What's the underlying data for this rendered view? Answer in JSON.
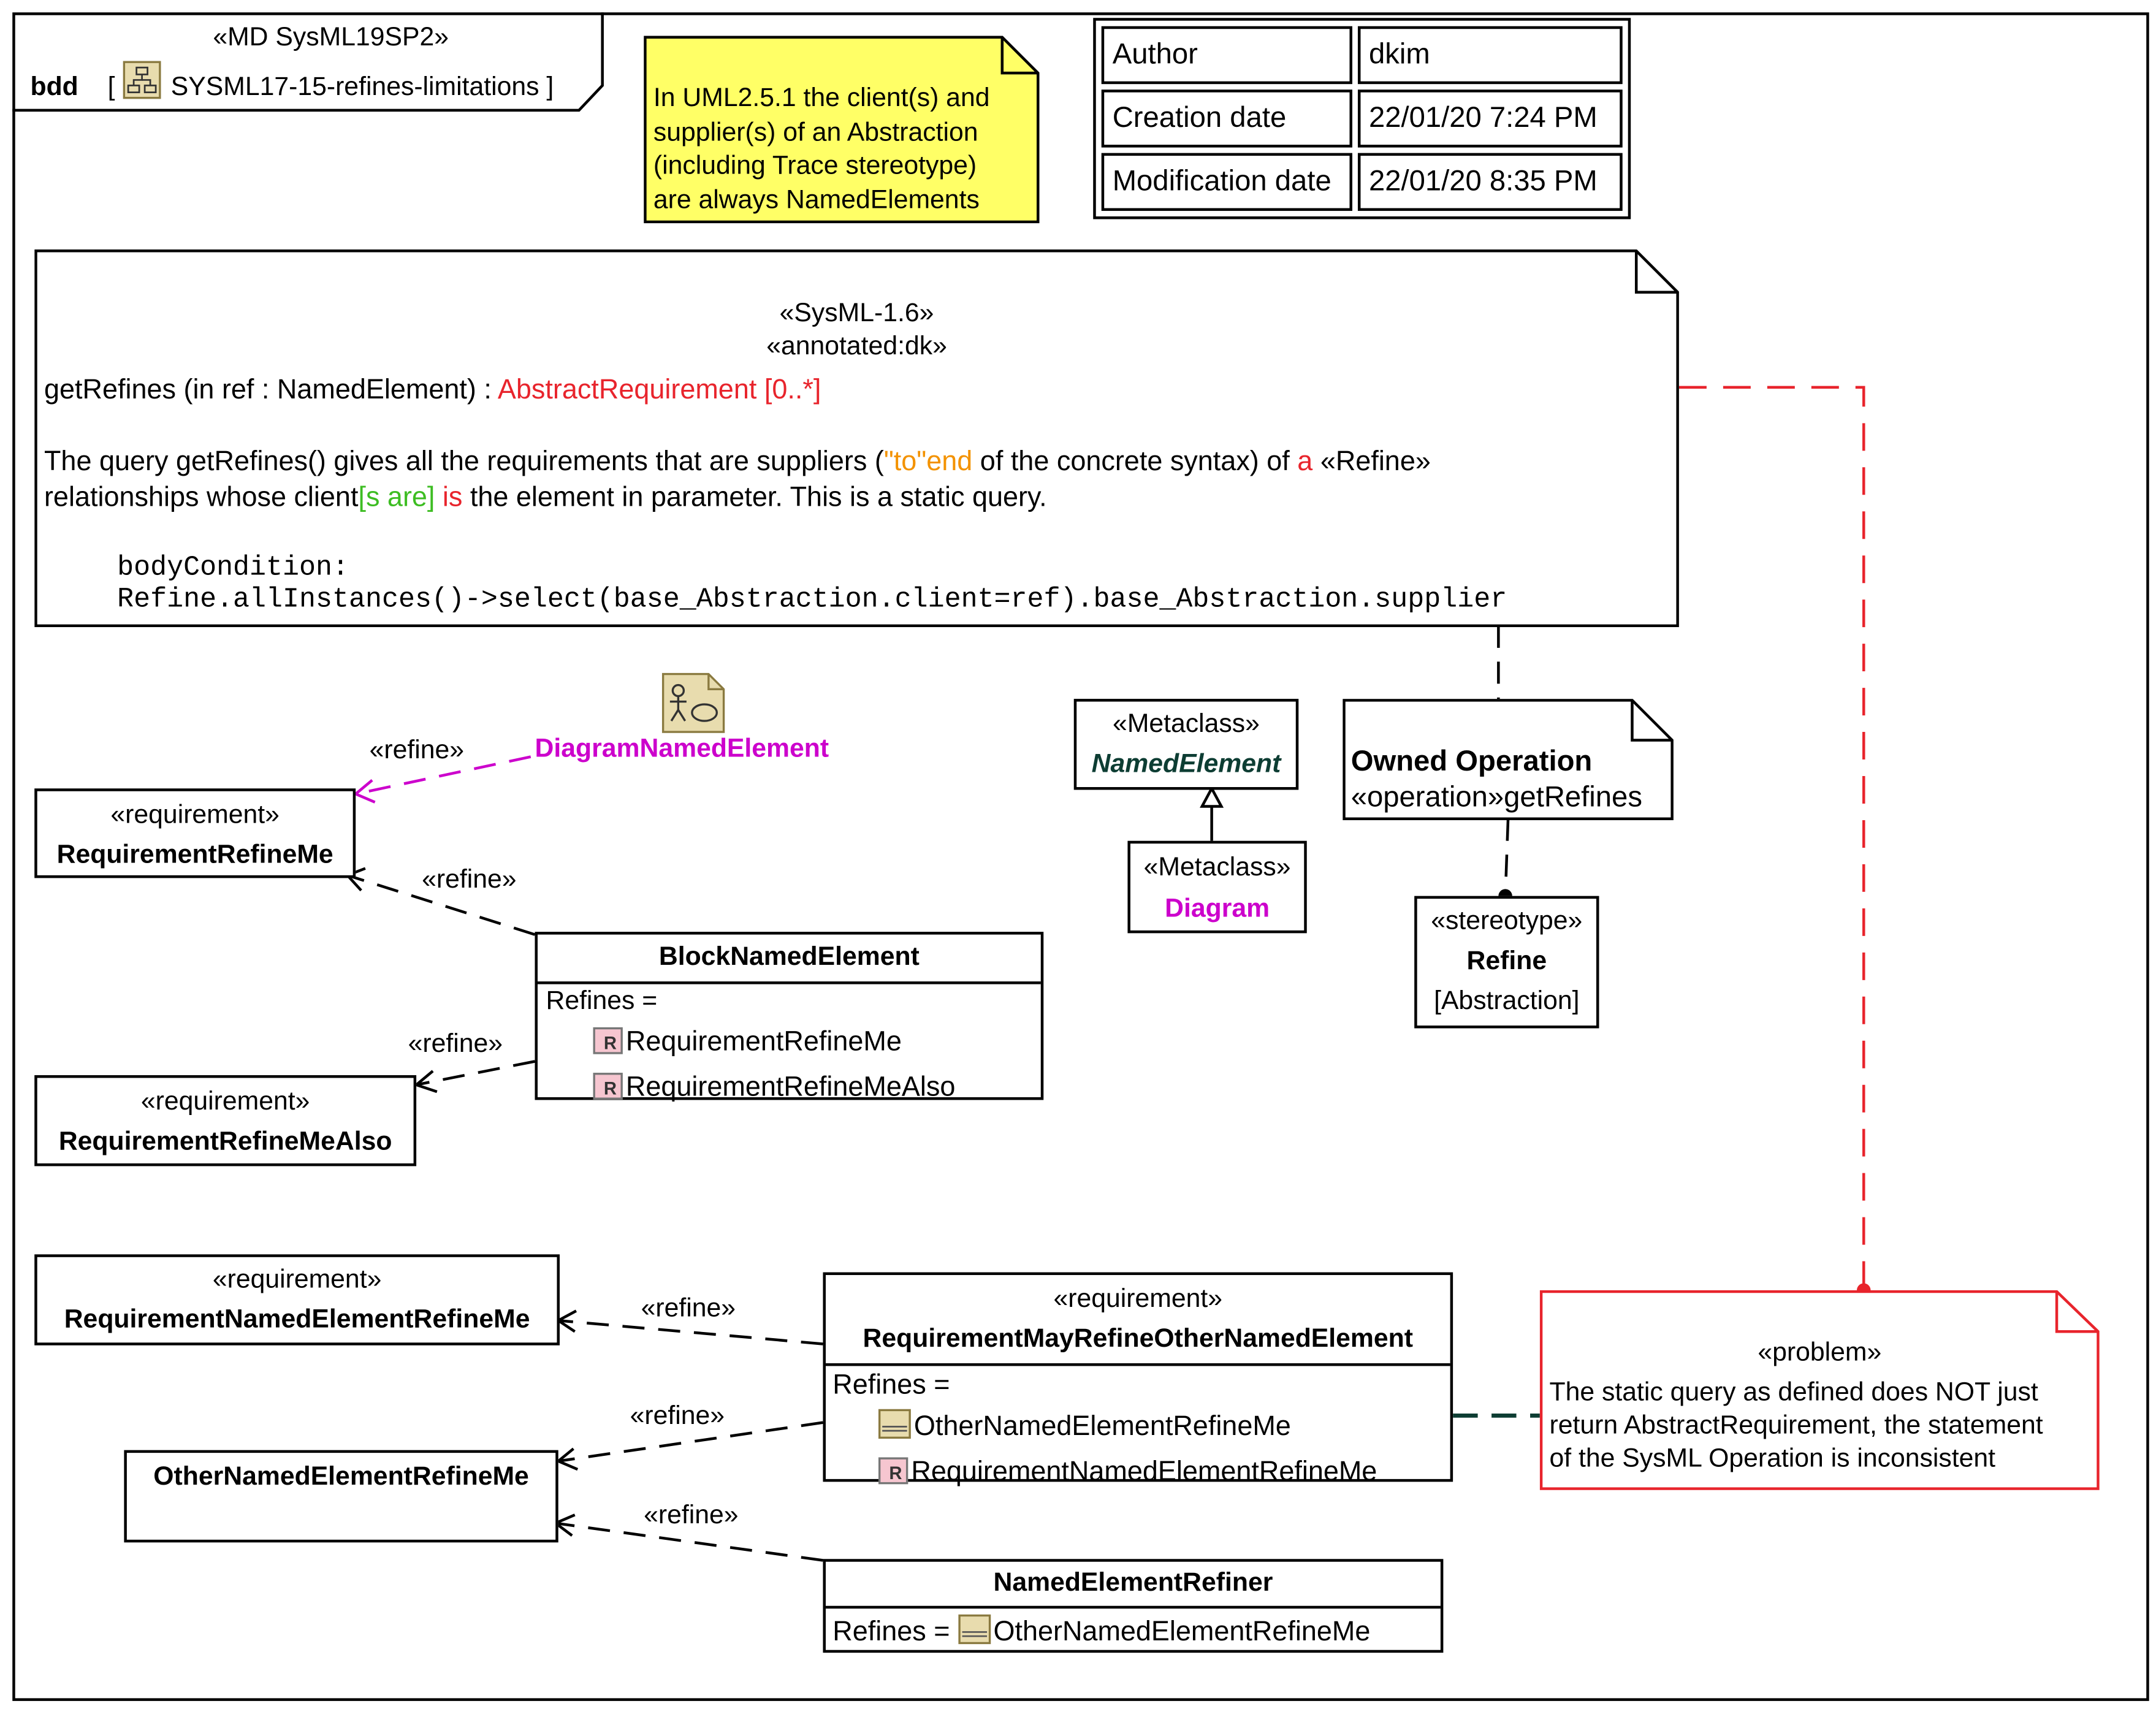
{
  "frame": {
    "kind": "bdd",
    "profile_stereotype": "«MD SysML19SP2»",
    "name": "SYSML17-15-refines-limitations"
  },
  "info_note": {
    "lines": [
      "In UML2.5.1 the client(s) and",
      "supplier(s) of an Abstraction",
      "(including Trace stereotype)",
      "are always NamedElements"
    ],
    "color": "#ffff66"
  },
  "meta_table": {
    "rows": [
      {
        "key": "Author",
        "value": "dkim"
      },
      {
        "key": "Creation date",
        "value": "22/01/20 7:24 PM"
      },
      {
        "key": "Modification date",
        "value": "22/01/20 8:35 PM"
      }
    ]
  },
  "big_note": {
    "stereotype1": "«SysML-1.6»",
    "stereotype2": "«annotated:dk»",
    "signature_prefix": "getRefines (in ref : NamedElement) : ",
    "signature_return": "AbstractRequirement [0..*]",
    "desc_a": "The query getRefines() gives all the requirements that are suppliers (",
    "desc_to": "\"to\"end",
    "desc_b": " of the concrete syntax) of ",
    "desc_a2": "a",
    "desc_c": " «Refine»",
    "desc_d": "relationships whose client",
    "desc_sare": "[s are]",
    "desc_is": " is",
    "desc_e": " the element in parameter. This is a static query.",
    "body_label": "bodyCondition:",
    "body_expr": "Refine.allInstances()->select(base_Abstraction.client=ref).base_Abstraction.supplier"
  },
  "elements": {
    "diagram_named_element": {
      "name": "DiagramNamedElement"
    },
    "req_refine_me": {
      "stereotype": "«requirement»",
      "name": "RequirementRefineMe"
    },
    "req_refine_me_also": {
      "stereotype": "«requirement»",
      "name": "RequirementRefineMeAlso"
    },
    "block_named_element": {
      "name": "BlockNamedElement",
      "refines_label": "Refines =",
      "refines": [
        "RequirementRefineMe",
        "RequirementRefineMeAlso"
      ]
    },
    "metaclass_named_element": {
      "stereotype": "«Metaclass»",
      "name": "NamedElement"
    },
    "metaclass_diagram": {
      "stereotype": "«Metaclass»",
      "name": "Diagram"
    },
    "owned_operation": {
      "title": "Owned Operation",
      "text": "«operation»getRefines"
    },
    "stereotype_refine": {
      "stereotype": "«stereotype»",
      "name": "Refine",
      "base": "[Abstraction]"
    },
    "req_named_element_refine_me": {
      "stereotype": "«requirement»",
      "name": "RequirementNamedElementRefineMe"
    },
    "req_may_refine": {
      "stereotype": "«requirement»",
      "name": "RequirementMayRefineOtherNamedElement",
      "refines_label": "Refines =",
      "refines": [
        "OtherNamedElementRefineMe",
        "RequirementNamedElementRefineMe"
      ]
    },
    "other_named_element": {
      "name": "OtherNamedElementRefineMe"
    },
    "named_element_refiner": {
      "name": "NamedElementRefiner",
      "refines_label": "Refines =",
      "refines": [
        "OtherNamedElementRefineMe"
      ]
    },
    "problem_note": {
      "stereotype": "«problem»",
      "lines": [
        "The static query as defined does NOT just",
        "return AbstractRequirement, the statement",
        "of the SysML Operation is inconsistent"
      ]
    }
  },
  "connector_labels": {
    "refine": "«refine»"
  },
  "colors": {
    "magenta": "#cc00cc",
    "problem_red": "#e8242c",
    "req_icon": "#f6c6d0",
    "block_icon": "#e8dcae"
  }
}
